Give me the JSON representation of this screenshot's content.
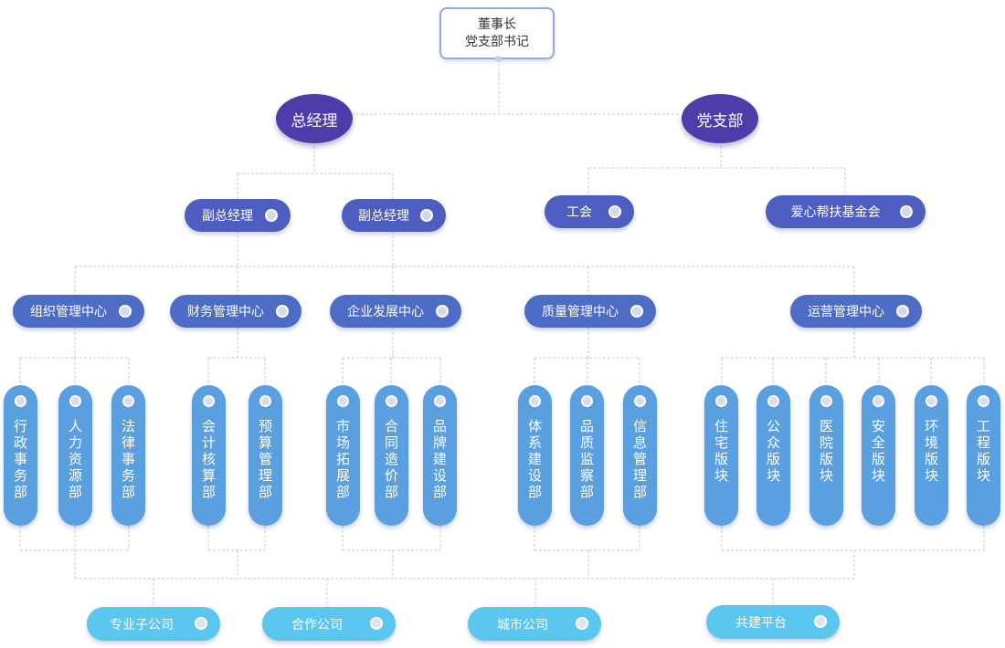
{
  "top": {
    "line1": "董事长",
    "line2": "党支部书记"
  },
  "level1": {
    "general_manager": "总经理",
    "party_branch": "党支部"
  },
  "level2": {
    "deputy_gm_1": "副总经理",
    "deputy_gm_2": "副总经理",
    "union": "工会",
    "charity_fund": "爱心帮扶基金会"
  },
  "centers": {
    "org": "组织管理中心",
    "finance": "财务管理中心",
    "enterprise": "企业发展中心",
    "quality": "质量管理中心",
    "operations": "运营管理中心"
  },
  "departments": [
    "行政事务部",
    "人力资源部",
    "法律事务部",
    "会计核算部",
    "预算管理部",
    "市场拓展部",
    "合同造价部",
    "品牌建设部",
    "体系建设部",
    "品质监察部",
    "信息管理部",
    "住宅版块",
    "公众版块",
    "医院版块",
    "安全版块",
    "环境版块",
    "工程版块"
  ],
  "bottom": {
    "professional_subsidiary": "专业子公司",
    "cooperative_company": "合作公司",
    "city_company": "城市公司",
    "co_construction_platform": "共建平台"
  },
  "colors": {
    "ellipse": "#4f3caa",
    "level2_pill": "#4e5ec0",
    "center_pill": "#4c6cc6",
    "department_pill": "#5a9fe0",
    "bottom_pill": "#5bc6ee",
    "connector": "#c8c8c8"
  }
}
